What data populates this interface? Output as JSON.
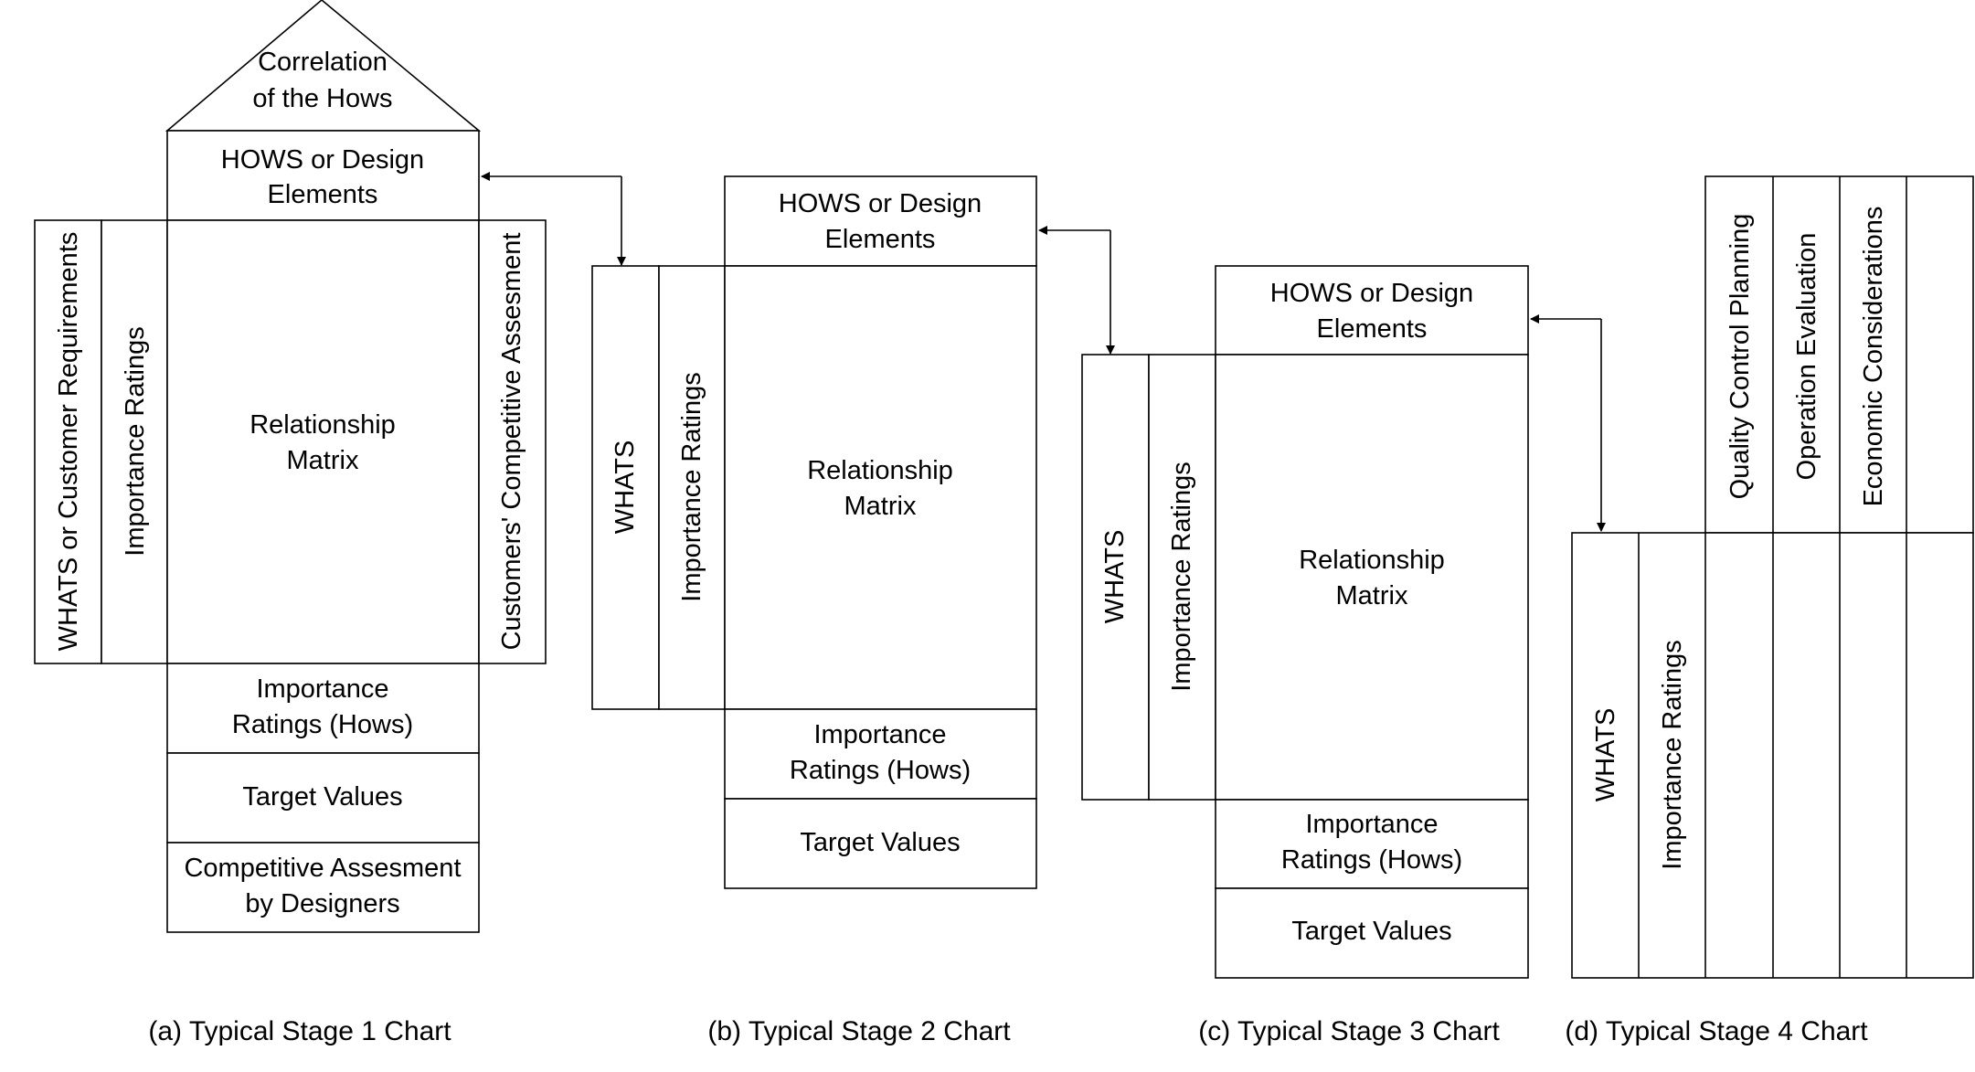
{
  "stage1": {
    "roof": [
      "Correlation",
      "of the Hows"
    ],
    "hows": [
      "HOWS or Design",
      "Elements"
    ],
    "whats": "WHATS or Customer Requirements",
    "importance": "Importance Ratings",
    "matrix": [
      "Relationship",
      "Matrix"
    ],
    "competitive": "Customers' Competitive Assesment",
    "importance_hows": [
      "Importance",
      "Ratings (Hows)"
    ],
    "target": "Target Values",
    "designers": [
      "Competitive Assesment",
      "by Designers"
    ],
    "caption": "(a) Typical Stage 1 Chart"
  },
  "stage2": {
    "hows": [
      "HOWS or Design",
      "Elements"
    ],
    "whats": "WHATS",
    "importance": "Importance Ratings",
    "matrix": [
      "Relationship",
      "Matrix"
    ],
    "importance_hows": [
      "Importance",
      "Ratings (Hows)"
    ],
    "target": "Target Values",
    "caption": "(b) Typical Stage 2 Chart"
  },
  "stage3": {
    "hows": [
      "HOWS or Design",
      "Elements"
    ],
    "whats": "WHATS",
    "importance": "Importance Ratings",
    "matrix": [
      "Relationship",
      "Matrix"
    ],
    "importance_hows": [
      "Importance",
      "Ratings (Hows)"
    ],
    "target": "Target Values",
    "caption": "(c) Typical Stage 3 Chart"
  },
  "stage4": {
    "whats": "WHATS",
    "importance": "Importance Ratings",
    "columns": [
      "Quality Control Planning",
      "Operation Evaluation",
      "Economic Considerations"
    ],
    "caption": "(d) Typical Stage 4 Chart"
  }
}
